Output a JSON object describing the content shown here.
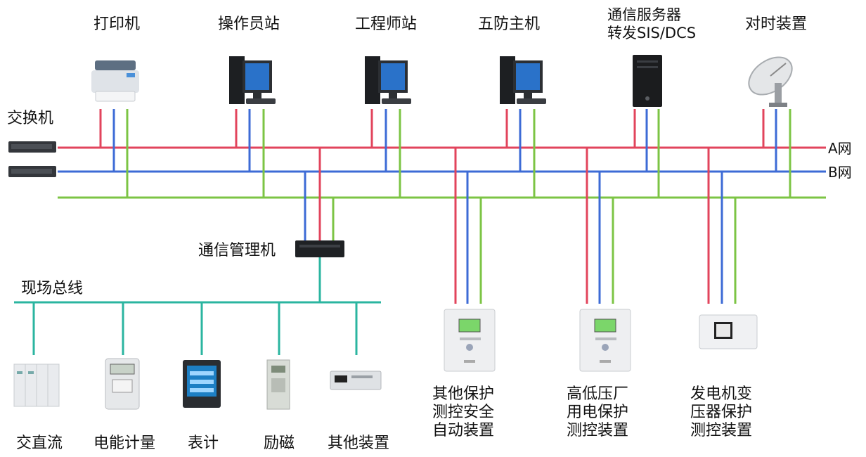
{
  "top_devices": [
    "打印机",
    "操作员站",
    "工程师站",
    "五防主机",
    "通信服务器\n转发SIS/DCS",
    "对时装置"
  ],
  "switch_label": "交换机",
  "network_a": "A网",
  "network_b": "B网",
  "comm_manager": "通信管理机",
  "field_bus": "现场总线",
  "field_devices": [
    "交直流",
    "电能计量",
    "表计",
    "励磁",
    "其他装置"
  ],
  "protection_devices": [
    "其他保护\n测控安全\n自动装置",
    "高低压厂\n用电保护\n测控装置",
    "发电机变\n压器保护\n测控装置"
  ],
  "colors": {
    "a_net": "#e2445c",
    "b_net": "#3d6bd6",
    "c_net": "#7cc444",
    "field_bus": "#2bb5a0"
  }
}
